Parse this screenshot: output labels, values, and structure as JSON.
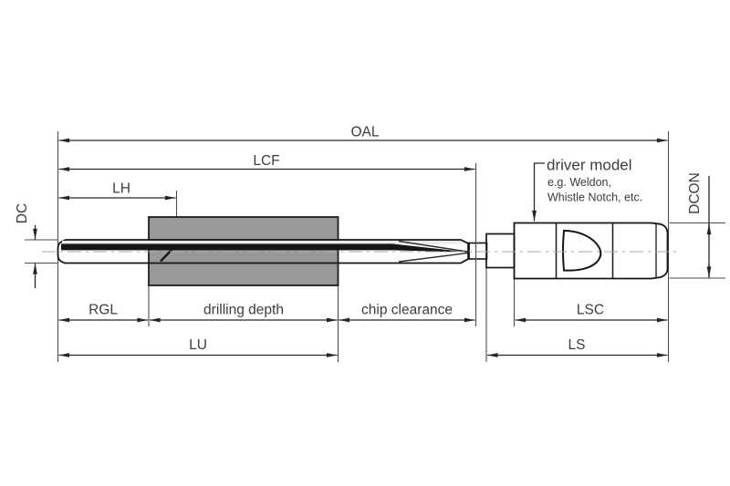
{
  "diagram": {
    "title_context": "drill tool dimension drawing",
    "colors": {
      "background": "#ffffff",
      "line": "#262626",
      "extension_line": "#4d4d4d",
      "text": "#3c3c3c",
      "workpiece": "#999999",
      "flute_dark": "#161616",
      "shaft_light": "#cfcfcf"
    },
    "labels": {
      "oal": "OAL",
      "lcf": "LCF",
      "lh": "LH",
      "dc": "DC",
      "rgl": "RGL",
      "drilling_depth": "drilling depth",
      "chip_clearance": "chip clearance",
      "lu": "LU",
      "lsc": "LSC",
      "ls": "LS",
      "dcon": "DCON",
      "driver_model": "driver model",
      "driver_note_line1": "e.g. Weldon,",
      "driver_note_line2": "Whistle Notch, etc."
    }
  }
}
